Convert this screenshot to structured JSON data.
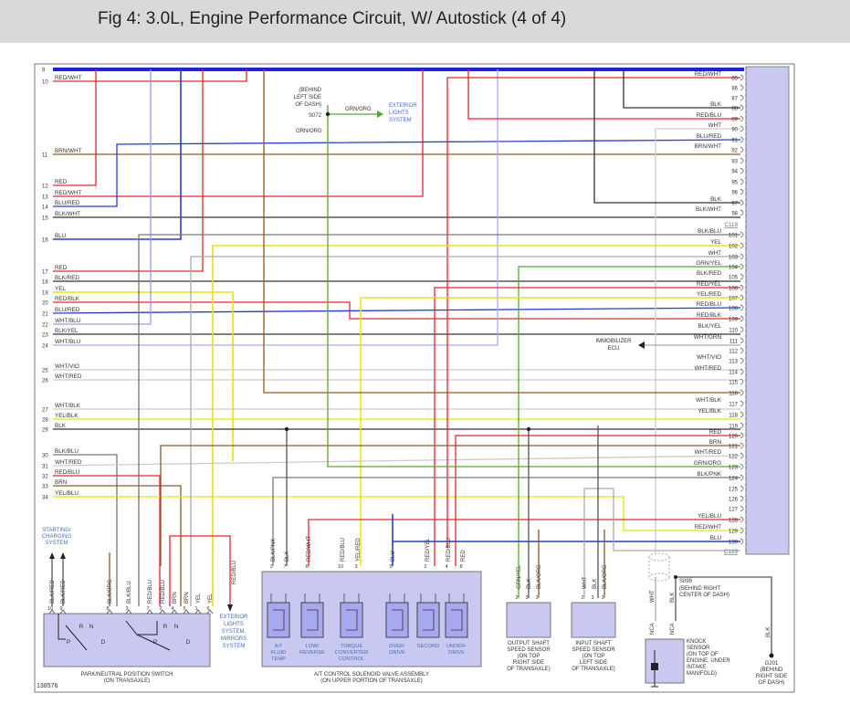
{
  "title": "Fig 4: 3.0L, Engine Performance Circuit, W/ Autostick (4 of 4)",
  "figure_id": "138576",
  "colors": {
    "RED": "#e8262b",
    "BLU": "#2a3ad6",
    "YEL": "#e8e30a",
    "BRN": "#8b5a2b",
    "BLK": "#333333",
    "WHT": "#cccccc",
    "GRN": "#4caf2a",
    "ORG": "#f08c00",
    "VIO": "#ee8ee0",
    "PNK": "#f4a6c0",
    "bus": "#2020e0",
    "connector": "#c8c8f0",
    "component": "#c8c8f0",
    "note": "#4a6eb8"
  },
  "left_pins": [
    {
      "n": "9",
      "c": ""
    },
    {
      "n": "10",
      "c": "RED/WHT"
    },
    {
      "n": "11",
      "c": "BRN/WHT"
    },
    {
      "n": "12",
      "c": "RED"
    },
    {
      "n": "13",
      "c": "RED/WHT"
    },
    {
      "n": "14",
      "c": "BLU/RED"
    },
    {
      "n": "15",
      "c": "BLK/WHT"
    },
    {
      "n": "16",
      "c": "BLU"
    },
    {
      "n": "17",
      "c": "RED"
    },
    {
      "n": "18",
      "c": "BLK/RED"
    },
    {
      "n": "19",
      "c": "YEL"
    },
    {
      "n": "20",
      "c": "RED/BLK"
    },
    {
      "n": "21",
      "c": "BLU/RED"
    },
    {
      "n": "22",
      "c": "WHT/BLU"
    },
    {
      "n": "23",
      "c": "BLK/YEL"
    },
    {
      "n": "24",
      "c": "WHT/BLU"
    },
    {
      "n": "25",
      "c": "WHT/VIO"
    },
    {
      "n": "26",
      "c": "WHT/RED"
    },
    {
      "n": "27",
      "c": "WHT/BLK"
    },
    {
      "n": "28",
      "c": "YEL/BLK"
    },
    {
      "n": "29",
      "c": "BLK"
    },
    {
      "n": "30",
      "c": "BLK/BLU"
    },
    {
      "n": "31",
      "c": "WHT/RED"
    },
    {
      "n": "32",
      "c": "RED/BLU"
    },
    {
      "n": "33",
      "c": "BRN"
    },
    {
      "n": "34",
      "c": "YEL/BLU"
    }
  ],
  "right_pins": [
    {
      "n": "85",
      "c": "RED/WHT"
    },
    {
      "n": "86",
      "c": ""
    },
    {
      "n": "87",
      "c": ""
    },
    {
      "n": "88",
      "c": "BLK"
    },
    {
      "n": "89",
      "c": "RED/BLU"
    },
    {
      "n": "90",
      "c": "WHT"
    },
    {
      "n": "91",
      "c": "BLU/RED"
    },
    {
      "n": "92",
      "c": "BRN/WHT"
    },
    {
      "n": "93",
      "c": ""
    },
    {
      "n": "94",
      "c": ""
    },
    {
      "n": "95",
      "c": ""
    },
    {
      "n": "96",
      "c": ""
    },
    {
      "n": "97",
      "c": "BLK"
    },
    {
      "n": "98",
      "c": "BLK/WHT"
    },
    {
      "n": "101",
      "c": "BLK/BLU"
    },
    {
      "n": "102",
      "c": "YEL"
    },
    {
      "n": "103",
      "c": "WHT"
    },
    {
      "n": "104",
      "c": "GRN/YEL"
    },
    {
      "n": "105",
      "c": "BLK/RED"
    },
    {
      "n": "106",
      "c": "RED/YEL"
    },
    {
      "n": "107",
      "c": "YEL/RED"
    },
    {
      "n": "108",
      "c": "RED/BLU"
    },
    {
      "n": "109",
      "c": "RED/BLK"
    },
    {
      "n": "110",
      "c": "BLK/YEL"
    },
    {
      "n": "111",
      "c": "WHT/GRN"
    },
    {
      "n": "112",
      "c": ""
    },
    {
      "n": "113",
      "c": "WHT/VIO"
    },
    {
      "n": "114",
      "c": "WHT/RED"
    },
    {
      "n": "115",
      "c": ""
    },
    {
      "n": "116",
      "c": ""
    },
    {
      "n": "117",
      "c": "WHT/BLK"
    },
    {
      "n": "118",
      "c": "YEL/BLK"
    },
    {
      "n": "119",
      "c": ""
    },
    {
      "n": "120",
      "c": "RED"
    },
    {
      "n": "121",
      "c": "BRN"
    },
    {
      "n": "122",
      "c": "WHT/RED"
    },
    {
      "n": "123",
      "c": "GRN/ORG"
    },
    {
      "n": "124",
      "c": "BLK/PNK"
    },
    {
      "n": "125",
      "c": ""
    },
    {
      "n": "126",
      "c": ""
    },
    {
      "n": "127",
      "c": ""
    },
    {
      "n": "128",
      "c": "YEL/BLU"
    },
    {
      "n": "129",
      "c": "RED/WHT"
    },
    {
      "n": "130",
      "c": "BLU"
    }
  ],
  "connectors": {
    "c119": "C119",
    "c123": "C123"
  },
  "splice_s072": {
    "loc": [
      "(BEHIND",
      "LEFT SIDE",
      "OF DASH)"
    ],
    "id": "S072",
    "wire_out": "GRN/ORG",
    "wire_in": "GRN/ORG",
    "dest": [
      "EXTERIOR",
      "LIGHTS",
      "SYSTEM"
    ]
  },
  "immobilizer": [
    "IMMOBILIZER",
    "ECU"
  ],
  "pnp_switch": {
    "label": [
      "PARK/NEUTRAL POSITION SWITCH",
      "(ON TRANSAXLE)"
    ],
    "starting": [
      "STARTING/",
      "CHARGING",
      "SYSTEM"
    ],
    "pins": [
      {
        "n": "10",
        "c": "BLK/RED"
      },
      {
        "n": "9",
        "c": "BLK/RED"
      },
      {
        "n": "8",
        "c": "BLK/ORG"
      },
      {
        "n": "3",
        "c": "BLK/BLU"
      },
      {
        "n": "7",
        "c": "RED/BLU"
      },
      {
        "n": "2",
        "c": "RED/BLU"
      },
      {
        "n": "4",
        "c": "BRN"
      },
      {
        "n": "5",
        "c": "BRN"
      },
      {
        "n": "1",
        "c": "YEL"
      },
      {
        "n": "6",
        "c": "YEL"
      }
    ],
    "ext_wire": "RED/BLU",
    "ext_dest": [
      "EXTERIOR",
      "LIGHTS",
      "SYSTEM,",
      "MIRRORS",
      "SYSTEM"
    ],
    "letters": {
      "p1": "P",
      "r1": "R",
      "n1": "N",
      "d1": "D",
      "p2": "P",
      "r2": "R",
      "n2": "N",
      "d2": "D"
    }
  },
  "solenoid_assembly": {
    "label": [
      "A/T CONTROL SOLENOID VALVE ASSEMBLY",
      "(ON UPPER PORTION OF TRANSAXLE)"
    ],
    "pins": [
      {
        "n": "1",
        "c": "BLK/PNK"
      },
      {
        "n": "7",
        "c": "BLK"
      },
      {
        "n": "6",
        "c": "RED/WHT"
      },
      {
        "n": "10",
        "c": "RED/BLU"
      },
      {
        "n": "3",
        "c": "YEL/RED"
      },
      {
        "n": "5",
        "c": "BLU"
      },
      {
        "n": "2",
        "c": "RED/YEL"
      },
      {
        "n": "4",
        "c": "RED/BLU"
      },
      {
        "n": "8",
        "c": "RED"
      }
    ],
    "parts": [
      [
        "A/T",
        "FLUID",
        "TEMP"
      ],
      [
        "LOW/",
        "REVERSE"
      ],
      [
        "TORQUE",
        "CONVERTER",
        "CONTROL"
      ],
      [
        "OVER-",
        "DRIVE"
      ],
      [
        "SECOND"
      ],
      [
        "UNDER-",
        "DRIVE"
      ]
    ]
  },
  "output_sensor": {
    "pins": [
      {
        "n": "2",
        "c": "GRN/YEL"
      },
      {
        "n": "3",
        "c": "BLK"
      },
      {
        "n": "1",
        "c": "BLK/ORG"
      }
    ],
    "label": [
      "OUTPUT SHAFT",
      "SPEED SENSOR",
      "(ON TOP",
      "RIGHT SIDE",
      "OF TRANSAXLE)"
    ]
  },
  "input_sensor": {
    "pins": [
      {
        "n": "2",
        "c": "WHT"
      },
      {
        "n": "3",
        "c": "BLK"
      },
      {
        "n": "1",
        "c": "BLK/ORG"
      }
    ],
    "label": [
      "INPUT SHAFT",
      "SPEED SENSOR",
      "(ON TOP",
      "LEFT SIDE",
      "OF TRANSAXLE)"
    ]
  },
  "splice_s099": {
    "id": "S099",
    "loc": [
      "(BEHIND RIGHT",
      "CENTER OF DASH)"
    ]
  },
  "knock_sensor": {
    "wires": [
      {
        "n": "",
        "c": "WHT"
      },
      {
        "n": "",
        "c": "BLK"
      }
    ],
    "nca": [
      "NCA",
      "NCA"
    ],
    "label": [
      "KNOCK",
      "SENSOR",
      "(ON TOP OF",
      "ENGINE, UNDER",
      "INTAKE",
      "MANIFOLD)"
    ]
  },
  "ground_g201": {
    "wire": "BLK",
    "label": [
      "G201",
      "(BEHIND",
      "RIGHT SIDE",
      "OF DASH)"
    ]
  }
}
